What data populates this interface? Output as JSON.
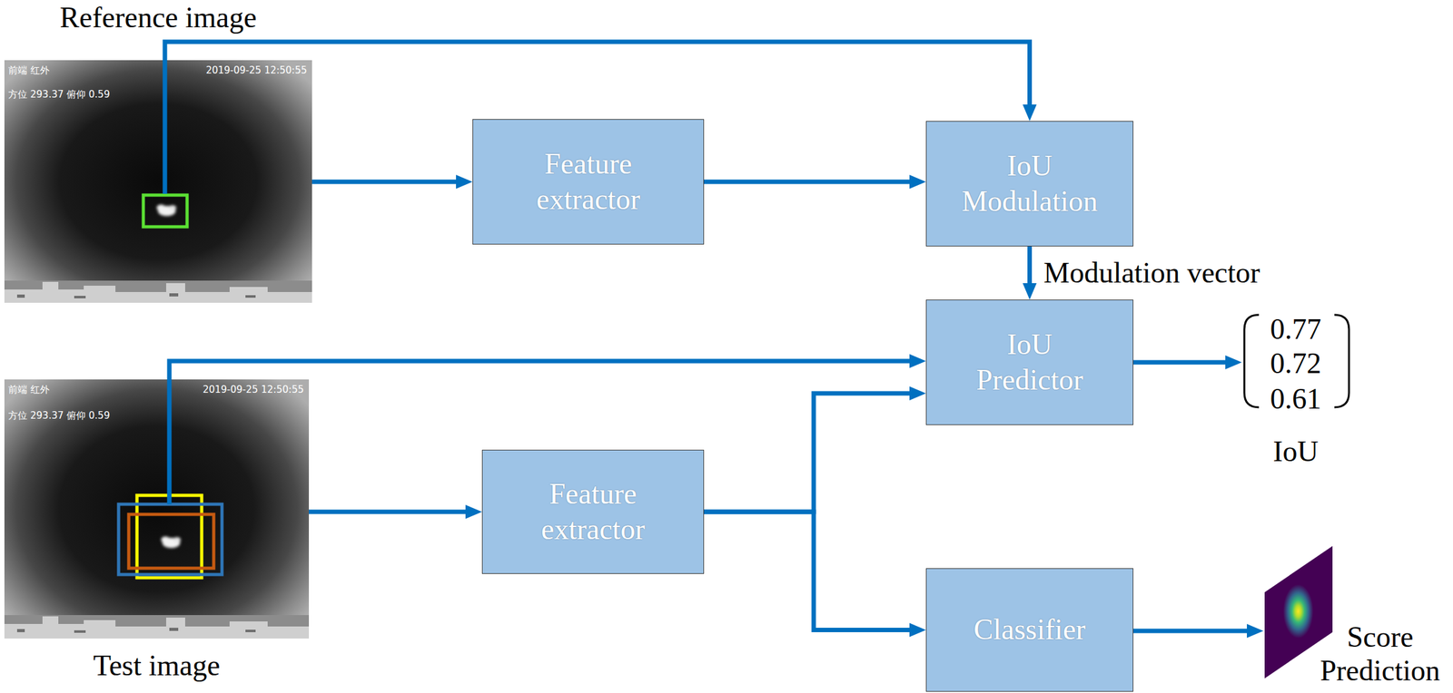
{
  "diagram": {
    "nodes": [
      {
        "text": [
          "Reference image",
          "前端 红外",
          "2019-09-25 12:50:55",
          "方位 293.37 俯仰 0.59"
        ]
      },
      {
        "text": [
          "Feature extractor"
        ]
      },
      {
        "text": [
          "IoU Modulation"
        ]
      },
      {
        "text": [
          "IoU Predictor"
        ]
      },
      {
        "text": [
          "Test image",
          "前端 红外",
          "2019-09-25 12:50:55",
          "方位 293.37 俯仰 0.59"
        ]
      },
      {
        "text": [
          "Feature extractor"
        ]
      },
      {
        "text": [
          "Classifier"
        ]
      }
    ],
    "edges": [
      {
        "from": 0,
        "to": 1,
        "arrow": "to"
      },
      {
        "from": 1,
        "to": 2,
        "arrow": "to"
      },
      {
        "from": 0,
        "to": 2,
        "arrow": "to"
      },
      {
        "from": 2,
        "to": 3,
        "label": "Modulation vector",
        "arrow": "to"
      },
      {
        "from": 4,
        "to": 3,
        "arrow": "to"
      },
      {
        "from": 4,
        "to": 5,
        "arrow": "to"
      },
      {
        "from": 5,
        "to": 3,
        "arrow": "to"
      },
      {
        "from": 5,
        "to": 6,
        "arrow": "to"
      }
    ],
    "labels": [
      "0.77",
      "0.72",
      "0.61",
      "IoU",
      "Score Prediction"
    ]
  }
}
